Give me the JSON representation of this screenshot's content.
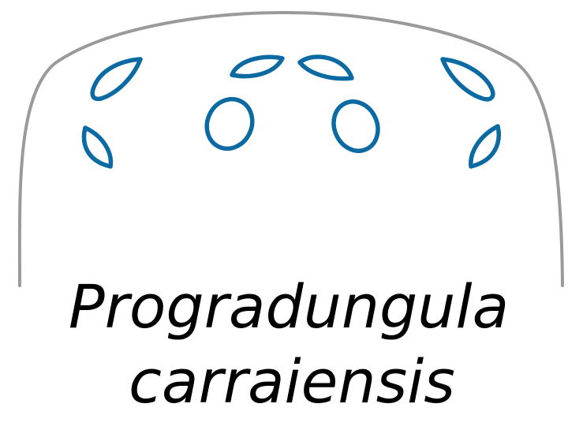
{
  "colors": {
    "carapace_outline": "#9a9a9a",
    "eye_outline": "#0b6aa2",
    "text": "#000000",
    "background": "#ffffff"
  },
  "eye_count": 8,
  "species": {
    "genus": "Progradungula",
    "epithet": "carraiensis"
  }
}
